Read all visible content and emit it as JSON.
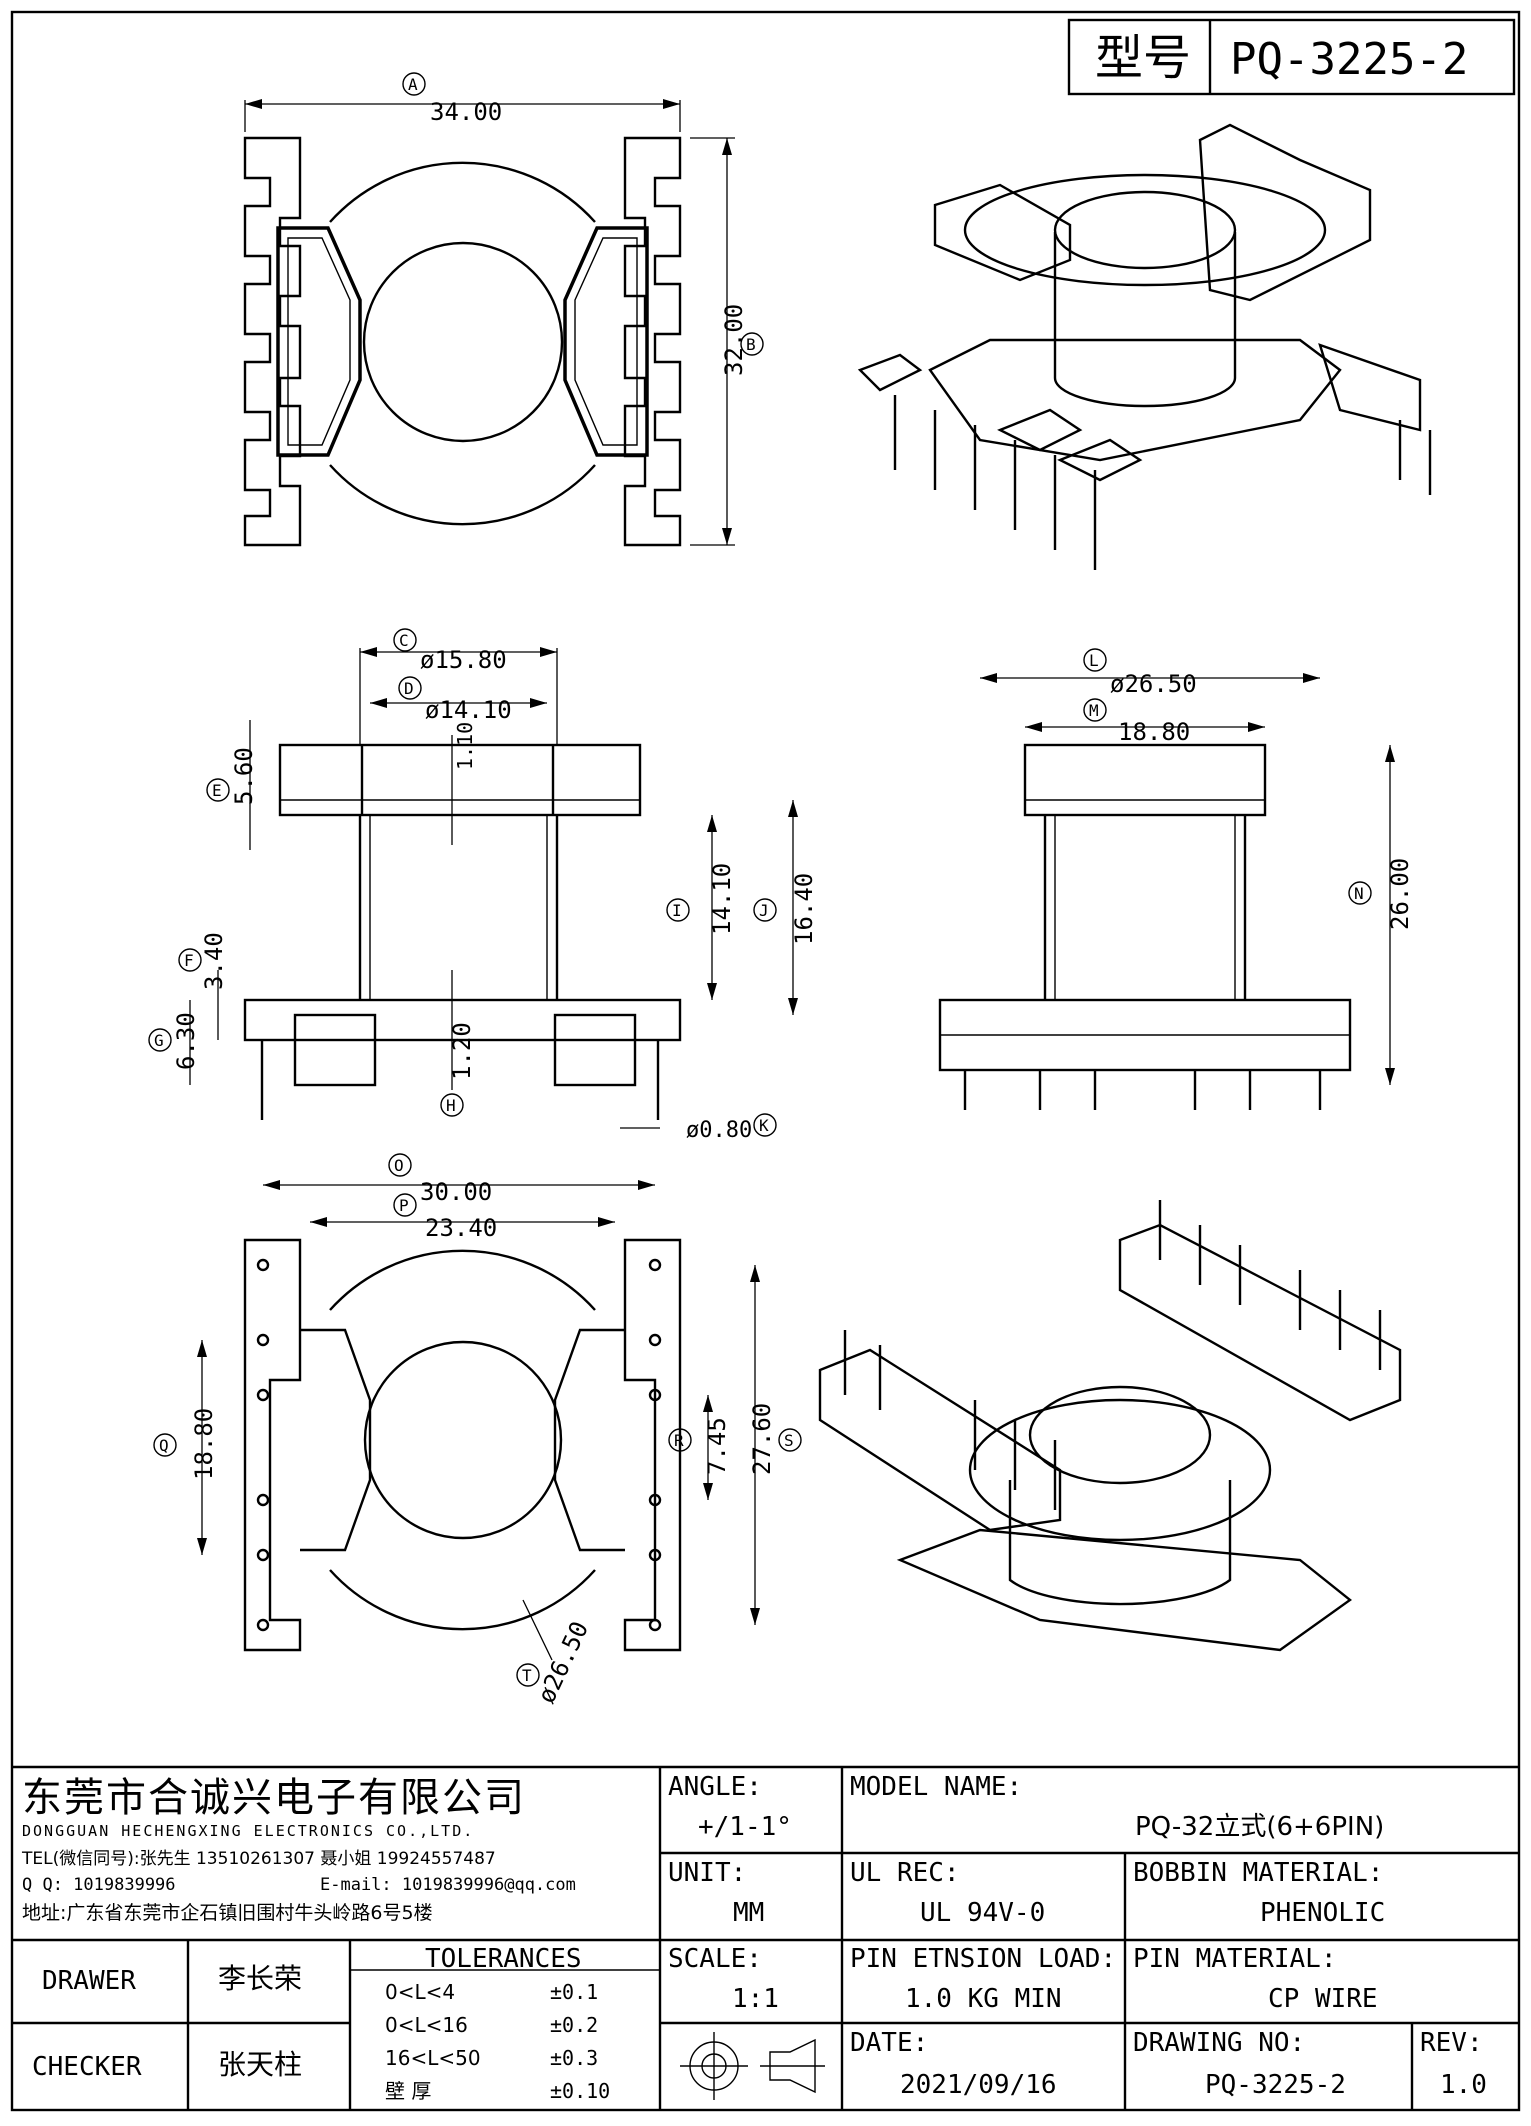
{
  "header": {
    "model_label": "型号",
    "model_value": "PQ-3225-2"
  },
  "dimensions": {
    "A": "34.00",
    "B": "32.00",
    "C": "ø15.80",
    "D": "ø14.10",
    "E": "5.60",
    "F": "3.40",
    "G": "6.30",
    "H": "1.20",
    "I": "14.10",
    "J": "16.40",
    "K": "ø0.80",
    "L": "ø26.50",
    "M": "18.80",
    "N": "26.00",
    "O": "30.00",
    "P": "23.40",
    "Q": "18.80",
    "R": "7.45",
    "S": "27.60",
    "T": "ø26.50",
    "inner": "1.10"
  },
  "company": {
    "name_cn": "东莞市合诚兴电子有限公司",
    "name_en": "DONGGUAN HECHENGXING ELECTRONICS CO.,LTD.",
    "tel": "TEL(微信同号):张先生 13510261307 聂小姐 19924557487",
    "qq": "Q Q: 1019839996",
    "email": "E-mail: 1019839996@qq.com",
    "address": "地址:广东省东莞市企石镇旧围村牛头岭路6号5楼"
  },
  "title_block": {
    "angle_label": "ANGLE:",
    "angle_value": "+/1-1°",
    "unit_label": "UNIT:",
    "unit_value": "MM",
    "scale_label": "SCALE:",
    "scale_value": "1:1",
    "model_name_label": "MODEL NAME:",
    "model_name_value": "PQ-32立式(6+6PIN)",
    "ul_label": "UL REC:",
    "ul_value": "UL 94V-0",
    "bobbin_label": "BOBBIN MATERIAL:",
    "bobbin_value": "PHENOLIC",
    "pin_load_label": "PIN ETNSION LOAD:",
    "pin_load_value": "1.0 KG MIN",
    "pin_material_label": "PIN MATERIAL:",
    "pin_material_value": "CP WIRE",
    "date_label": "DATE:",
    "date_value": "2021/09/16",
    "drawing_no_label": "DRAWING NO:",
    "drawing_no_value": "PQ-3225-2",
    "rev_label": "REV:",
    "rev_value": "1.0",
    "drawer_label": "DRAWER",
    "drawer_value": "李长荣",
    "checker_label": "CHECKER",
    "checker_value": "张天柱",
    "tolerances_label": "TOLERANCES",
    "tolerances": [
      {
        "range": "0<L<4",
        "value": "±0.1"
      },
      {
        "range": "0<L<16",
        "value": "±0.2"
      },
      {
        "range": "16<L<50",
        "value": "±0.3"
      },
      {
        "range": "壁  厚",
        "value": "±0.10"
      }
    ]
  }
}
